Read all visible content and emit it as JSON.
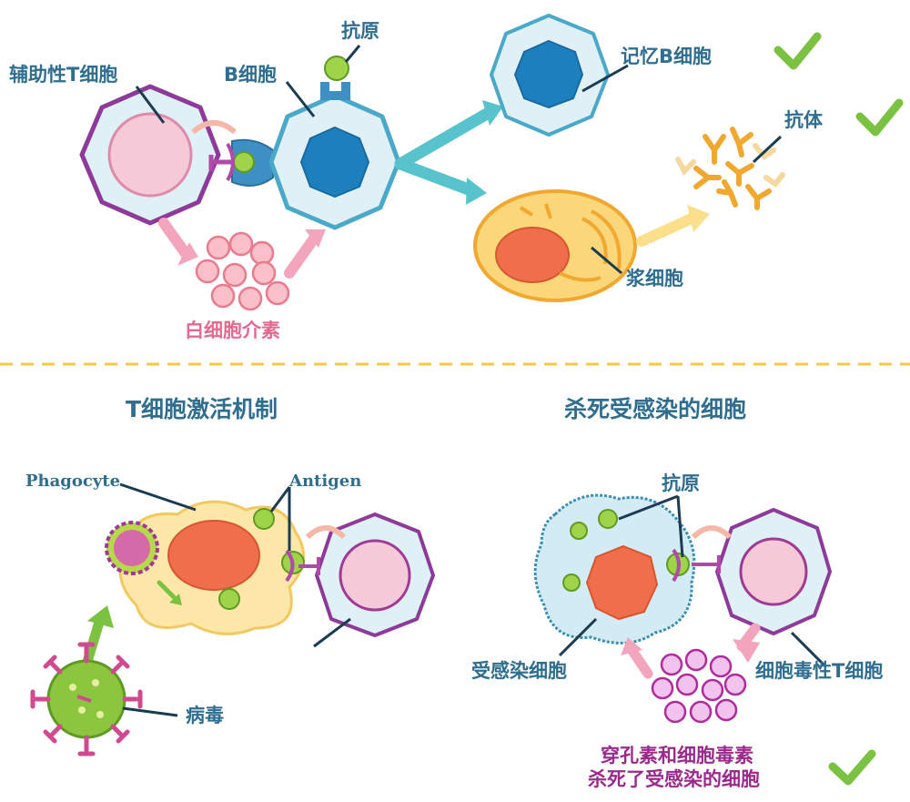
{
  "top": {
    "labels": {
      "helper_t": "辅助性T细胞",
      "b_cell": "B细胞",
      "antigen": "抗原",
      "memory_b": "记忆B细胞",
      "antibody": "抗体",
      "plasma": "浆细胞",
      "interleukin": "白细胞介素"
    }
  },
  "bottom_left": {
    "title": "T细胞激活机制",
    "phagocyte": "Phagocyte",
    "antigen": "Antigen",
    "virus": "病毒"
  },
  "bottom_right": {
    "title": "杀死受感染的细胞",
    "antigen": "抗原",
    "infected": "受感染细胞",
    "cytotoxic": "细胞毒性T细胞",
    "perforin_line1": "穿孔素和细胞毒素",
    "perforin_line2": "杀死了受感染的细胞"
  },
  "colors": {
    "label_blue": "#2f6e8e",
    "pink": "#e56a8f",
    "purple": "#9a2b8c",
    "check_green": "#7cc242",
    "divider": "#f7c844",
    "teal_arrow": "#58c3cc"
  },
  "icons": [
    "check-icon",
    "arrow-icon"
  ]
}
